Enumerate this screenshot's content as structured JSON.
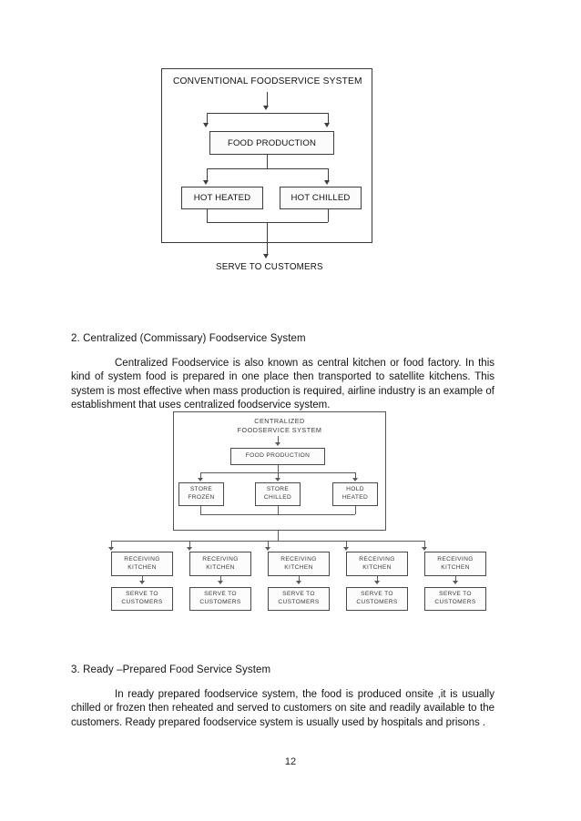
{
  "document": {
    "page_number": "12"
  },
  "diagram1": {
    "name": "conventional-foodservice-system-flowchart",
    "title": "CONVENTIONAL FOODSERVICE SYSTEM",
    "production": "FOOD PRODUCTION",
    "branches": [
      "HOT HEATED",
      "HOT CHILLED"
    ],
    "footer": "SERVE TO CUSTOMERS"
  },
  "section2": {
    "heading": "2. Centralized (Commissary)  Foodservice System",
    "body": "Centralized Foodservice is also known as central kitchen or food factory. In this kind of system food is prepared in one place then transported to satellite kitchens. This system is most effective when mass production is required, airline industry is an example of establishment that uses centralized foodservice system."
  },
  "diagram2": {
    "name": "centralized-foodservice-system-flowchart",
    "title_line1": "CENTRALIZED",
    "title_line2": "FOODSERVICE  SYSTEM",
    "production": "FOOD PRODUCTION",
    "storage": [
      {
        "line1": "STORE",
        "line2": "FROZEN"
      },
      {
        "line1": "STORE",
        "line2": "CHILLED"
      },
      {
        "line1": "HOLD",
        "line2": "HEATED"
      }
    ],
    "satellites": [
      {
        "kitchen_line1": "RECEIVING",
        "kitchen_line2": "KITCHEN",
        "serve_line1": "SERVE TO",
        "serve_line2": "CUSTOMERS"
      },
      {
        "kitchen_line1": "RECEIVING",
        "kitchen_line2": "KITCHEN",
        "serve_line1": "SERVE TO",
        "serve_line2": "CUSTOMERS"
      },
      {
        "kitchen_line1": "RECEIVING",
        "kitchen_line2": "KITCHEN",
        "serve_line1": "SERVE TO",
        "serve_line2": "CUSTOMERS"
      },
      {
        "kitchen_line1": "RECEIVING",
        "kitchen_line2": "KITCHEN",
        "serve_line1": "SERVE TO",
        "serve_line2": "CUSTOMERS"
      },
      {
        "kitchen_line1": "RECEIVING",
        "kitchen_line2": "KITCHEN",
        "serve_line1": "SERVE TO",
        "serve_line2": "CUSTOMERS"
      }
    ]
  },
  "section3": {
    "heading": "3. Ready –Prepared Food Service System",
    "body": "In ready prepared foodservice system, the food is produced onsite ,it is usually chilled or frozen then reheated and served to customers on site and readily available to the customers. Ready prepared foodservice system is usually used by hospitals and prisons ."
  }
}
